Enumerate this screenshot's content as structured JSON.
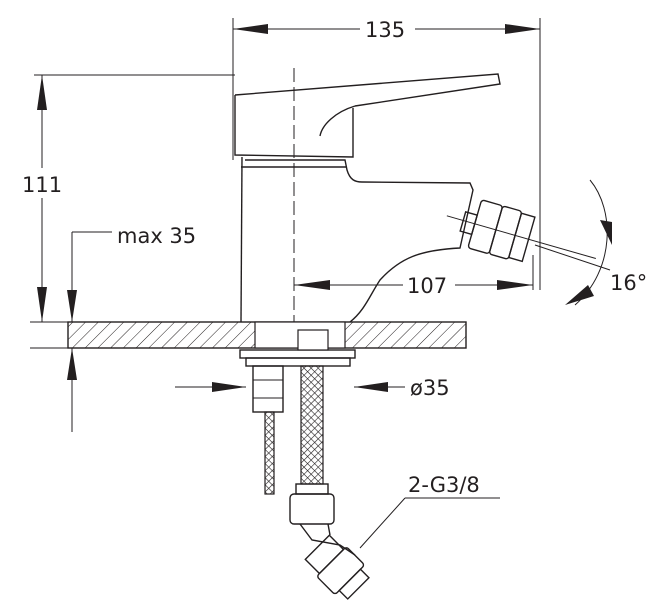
{
  "title": "Bidet mixer dimension drawing",
  "dimensions": {
    "width_top": "135",
    "height": "111",
    "max_deck": "max 35",
    "spout_reach": "107",
    "angle": "16°",
    "hole_diameter": "ø35",
    "connection": "2-G3/8"
  },
  "colors": {
    "line": "#231f20",
    "background": "#ffffff"
  }
}
